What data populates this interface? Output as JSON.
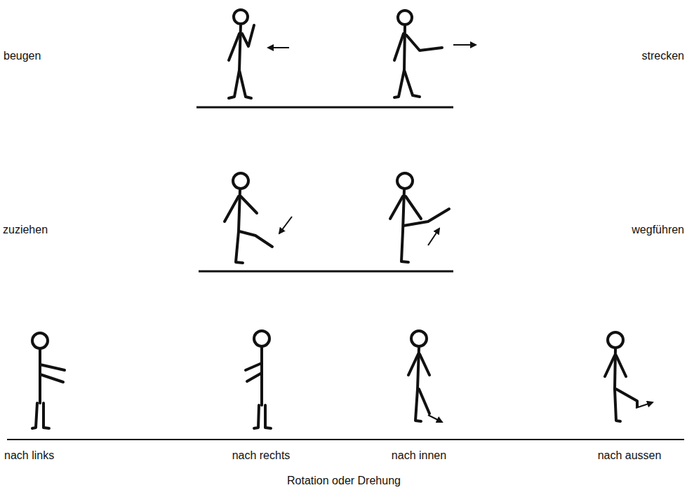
{
  "diagram": {
    "labels": [
      "beugen",
      "strecken",
      "zuziehen",
      "wegführen",
      "nach links",
      "nach rechts",
      "nach innen",
      "nach aussen",
      "Rotation oder Drehung"
    ]
  }
}
